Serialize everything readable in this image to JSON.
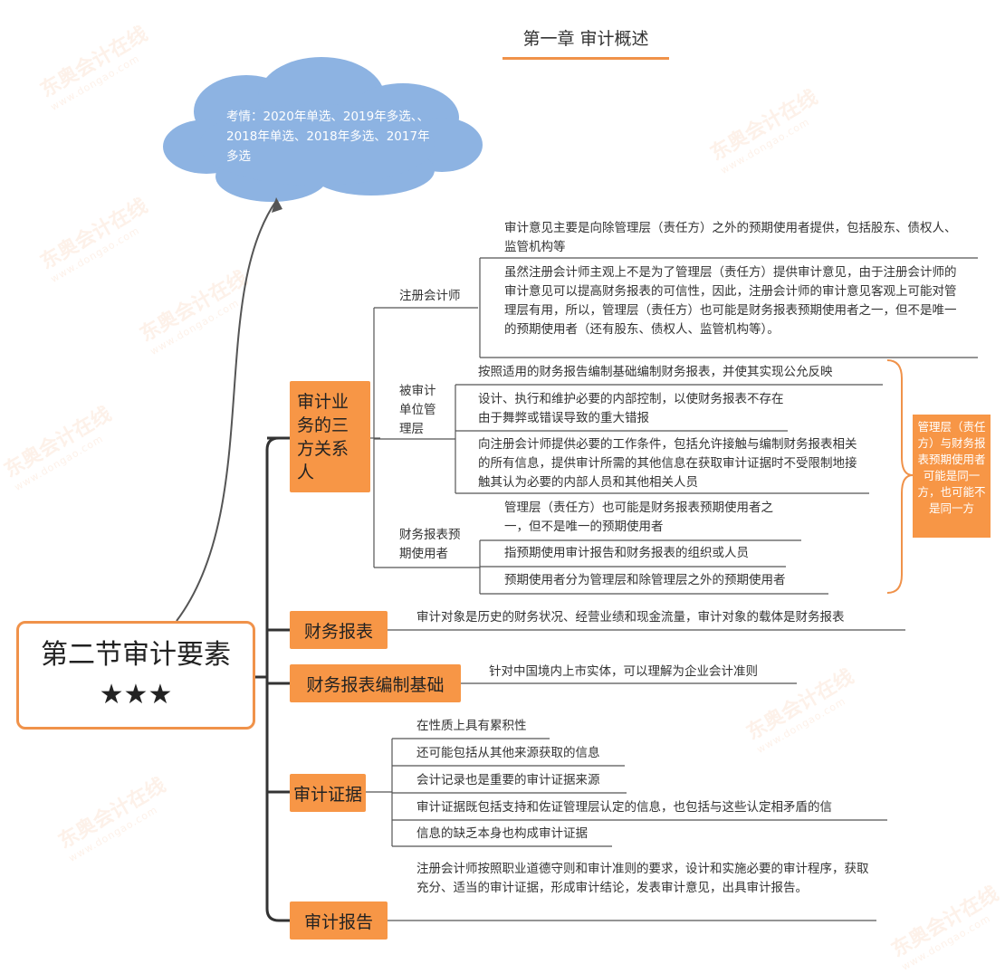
{
  "chapter_title": "第一章 审计概述",
  "exam_note": "考情：2020年单选、2019年多选、、2018年单选、2018年多选、2017年多选",
  "root": "第二节审计要素★★★",
  "colors": {
    "accent": "#f79646",
    "border": "#f0924a",
    "cloud": "#8db3e2",
    "line": "#333333"
  },
  "three_party": {
    "label": "审计业务的三方关系人",
    "cpa": {
      "label": "注册会计师",
      "notes": [
        "审计意见主要是向除管理层（责任方）之外的预期使用者提供，包括股东、债权人、监管机构等",
        "虽然注册会计师主观上不是为了管理层（责任方）提供审计意见，由于注册会计师的审计意见可以提高财务报表的可信性，因此，注册会计师的审计意见客观上可能对管理层有用，所以，管理层（责任方）也可能是财务报表预期使用者之一，但不是唯一的预期使用者（还有股东、债权人、监管机构等）。"
      ]
    },
    "auditee": {
      "label": "被审计单位管理层",
      "notes": [
        "按照适用的财务报告编制基础编制财务报表，并使其实现公允反映",
        "设计、执行和维护必要的内部控制，以使财务报表不存在由于舞弊或错误导致的重大错报",
        "向注册会计师提供必要的工作条件，包括允许接触与编制财务报表相关的所有信息，提供审计所需的其他信息在获取审计证据时不受限制地接触其认为必要的内部人员和其他相关人员"
      ]
    },
    "users": {
      "label": "财务报表预期使用者",
      "notes": [
        "管理层（责任方）也可能是财务报表预期使用者之一，但不是唯一的预期使用者",
        "指预期使用审计报告和财务报表的组织或人员",
        "预期使用者分为管理层和除管理层之外的预期使用者"
      ]
    },
    "side_note": "管理层（责任方）与财务报表预期使用者可能是同一方，也可能不是同一方"
  },
  "statements": {
    "label": "财务报表",
    "note": "审计对象是历史的财务状况、经营业绩和现金流量，审计对象的载体是财务报表"
  },
  "framework": {
    "label": "财务报表编制基础",
    "note": "针对中国境内上市实体，可以理解为企业会计准则"
  },
  "evidence": {
    "label": "审计证据",
    "notes": [
      "在性质上具有累积性",
      "还可能包括从其他来源获取的信息",
      "会计记录也是重要的审计证据来源",
      "审计证据既包括支持和佐证管理层认定的信息，也包括与这些认定相矛盾的信",
      "信息的缺乏本身也构成审计证据"
    ]
  },
  "report": {
    "label": "审计报告",
    "note": "注册会计师按照职业道德守则和审计准则的要求，设计和实施必要的审计程序，获取充分、适当的审计证据，形成审计结论，发表审计意见，出具审计报告。"
  },
  "watermark": {
    "brand": "东奥会计在线",
    "url": "www.dongao.com"
  }
}
